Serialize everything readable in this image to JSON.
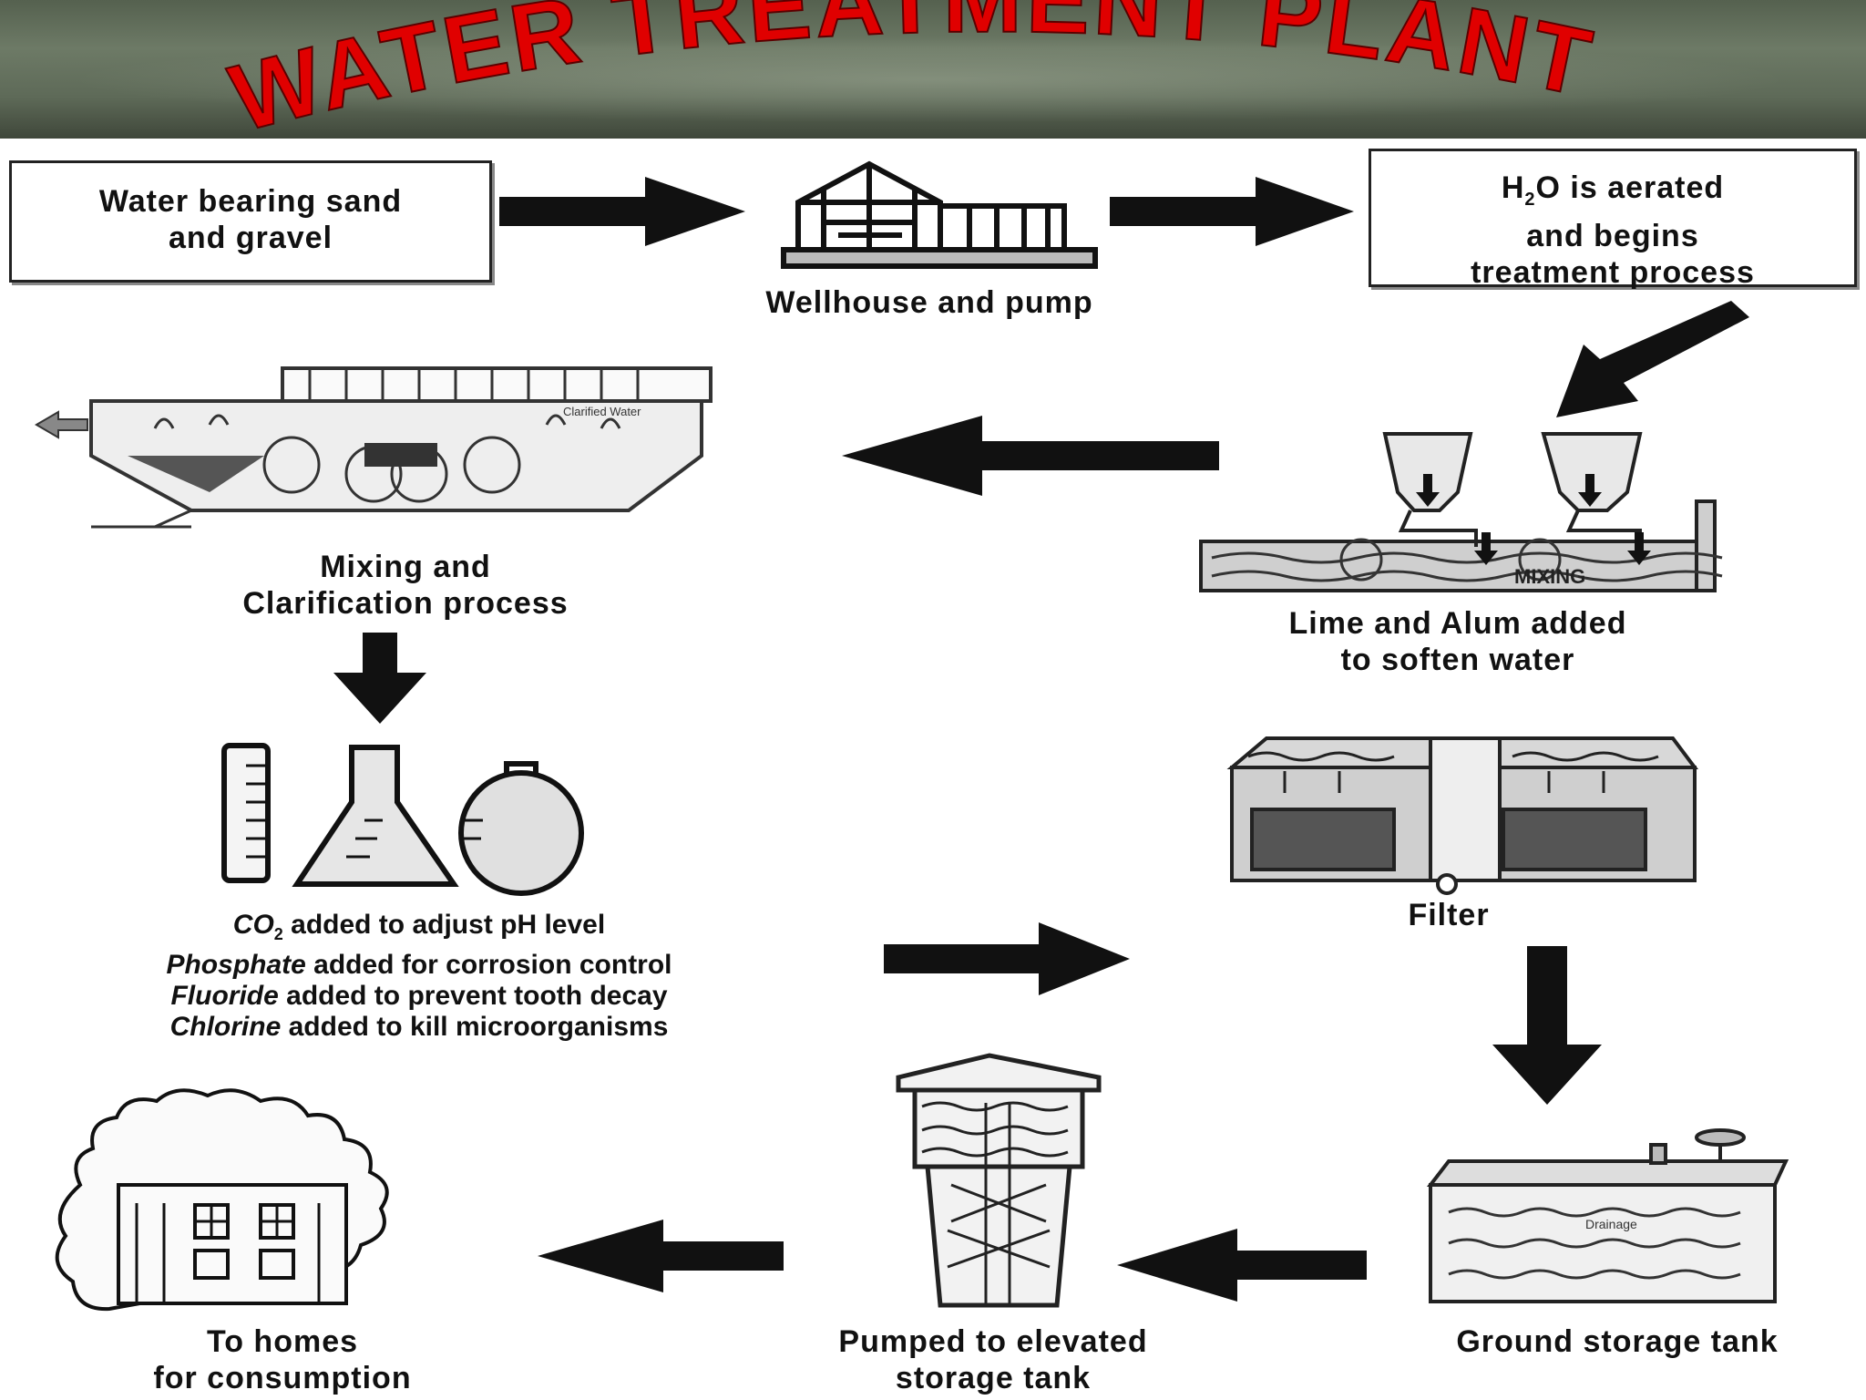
{
  "title": "WATER TREATMENT PLANT",
  "colors": {
    "title": "#e00000",
    "banner": "#5e6a58",
    "ink": "#111111"
  },
  "steps": {
    "source": {
      "line1": "Water bearing sand",
      "line2": "and gravel"
    },
    "wellhouse": {
      "label": "Wellhouse and pump"
    },
    "aerated": {
      "line1_pre": "H",
      "line1_sub": "2",
      "line1_post": "O is aerated",
      "line2": "and begins",
      "line3": "treatment process"
    },
    "lime": {
      "line1": "Lime and Alum added",
      "line2": "to soften water",
      "mixing_text": "MIXING"
    },
    "mixing": {
      "line1": "Mixing and",
      "line2": "Clarification process",
      "clarified_text": "Clarified Water"
    },
    "chemicals": {
      "co2_pre": "CO",
      "co2_sub": "2",
      "co2_post": " added to adjust pH level",
      "phosphate_em": "Phosphate",
      "phosphate_post": " added for corrosion control",
      "fluoride_em": "Fluoride",
      "fluoride_post": " added to prevent tooth decay",
      "chlorine_em": "Chlorine",
      "chlorine_post": " added to kill microorganisms"
    },
    "filter": {
      "label": "Filter"
    },
    "ground_tank": {
      "label": "Ground storage tank",
      "drainage_text": "Drainage"
    },
    "elevated": {
      "line1": "Pumped to elevated",
      "line2": "storage tank"
    },
    "homes": {
      "line1": "To homes",
      "line2": "for consumption"
    }
  },
  "icons": [
    "wellhouse-icon",
    "aeration-hoppers-icon",
    "clarifier-icon",
    "lab-glassware-icon",
    "filter-icon",
    "ground-tank-icon",
    "water-tower-icon",
    "homes-icon"
  ]
}
